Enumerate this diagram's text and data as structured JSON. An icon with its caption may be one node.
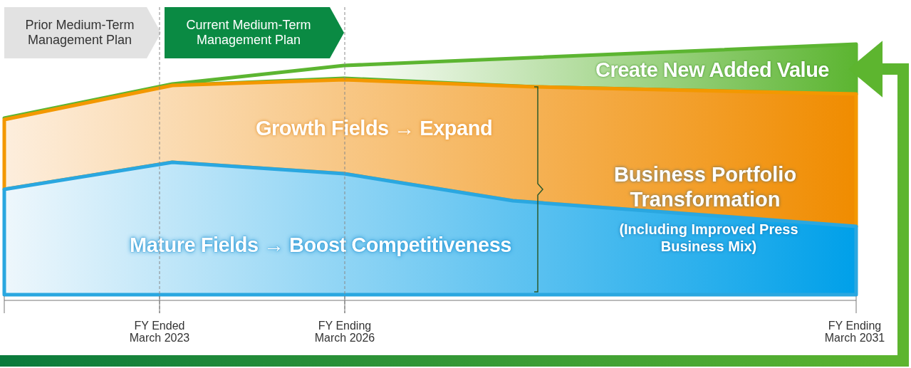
{
  "diagram": {
    "nodes": [
      {
        "text": [
          "Prior Medium-Term Management Plan"
        ]
      },
      {
        "text": [
          "Current Medium-Term Management Plan"
        ]
      },
      {
        "text": [
          "Create New Added Value"
        ]
      },
      {
        "text": [
          "Growth Fields → Expand"
        ]
      },
      {
        "text": [
          "Mature Fields → Boost Competitiveness"
        ]
      }
    ],
    "edges": [
      {
        "from": null,
        "to": 2,
        "arrow": "to"
      }
    ],
    "labels": [
      "Business Portfolio Transformation",
      "(Including Improved Press Business Mix)",
      "FY Ended March 2023",
      "FY Ending March 2026",
      "FY Ending March 2031"
    ]
  }
}
